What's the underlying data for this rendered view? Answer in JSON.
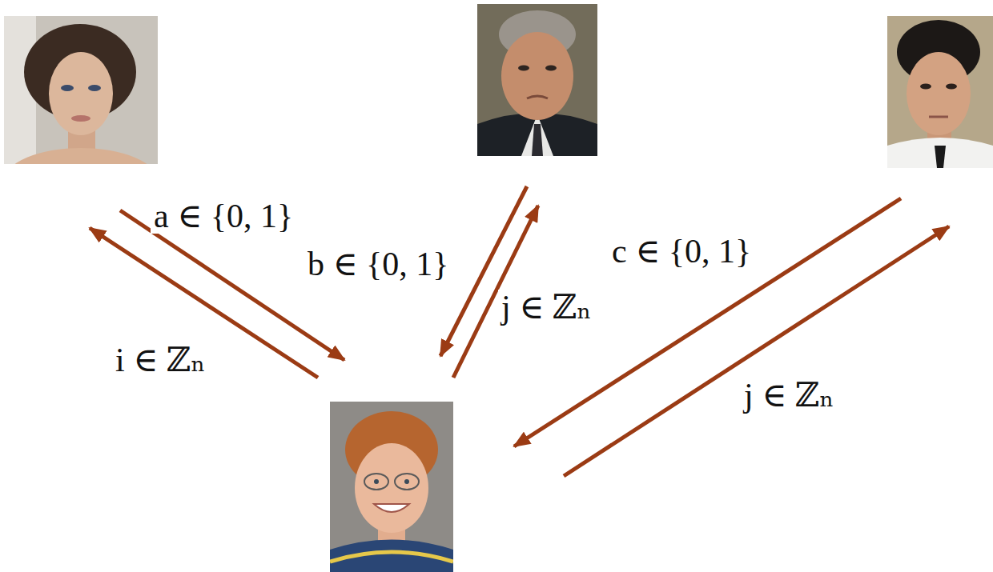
{
  "diagram": {
    "labels": [
      "a ∈ {0, 1}",
      "c ∈ {0, 1}",
      "b ∈ {0, 1}",
      "j ∈ ℤₙ",
      "i ∈ ℤₙ",
      "j ∈ ℤₙ"
    ]
  }
}
